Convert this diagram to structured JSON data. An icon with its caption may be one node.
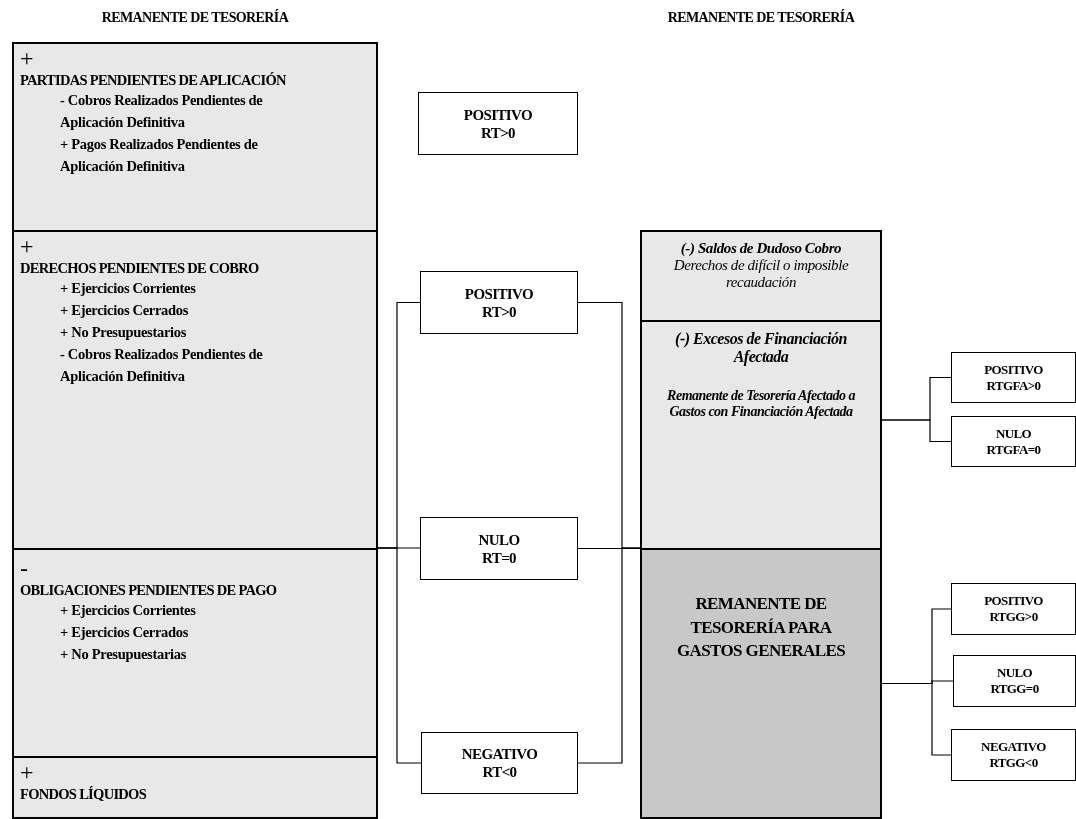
{
  "diagram": {
    "nodes": [
      {
        "text": [
          "REMANENTE DE TESORERÍA"
        ]
      },
      {
        "text": [
          "+",
          "PARTIDAS PENDIENTES DE APLICACIÓN",
          "- Cobros Realizados Pendientes de Aplicación Definitiva",
          "+ Pagos Realizados Pendientes de Aplicación Definitiva"
        ],
        "in": 0
      },
      {
        "text": [
          "+",
          "DERECHOS PENDIENTES DE COBRO",
          "+ Ejercicios Corrientes",
          "+ Ejercicios Cerrados",
          "+ No Presupuestarios",
          "- Cobros Realizados Pendientes de Aplicación Definitiva"
        ],
        "in": 0
      },
      {
        "text": [
          "-",
          "OBLIGACIONES PENDIENTES DE PAGO",
          "+ Ejercicios Corrientes",
          "+ Ejercicios Cerrados",
          "+ No Presupuestarias"
        ],
        "in": 0
      },
      {
        "text": [
          "+",
          "FONDOS LÍQUIDOS"
        ],
        "in": 0
      },
      {
        "text": [
          "POSITIVO",
          "RT>0"
        ]
      },
      {
        "text": [
          "POSITIVO",
          "RT>0"
        ]
      },
      {
        "text": [
          "NULO",
          "RT=0"
        ]
      },
      {
        "text": [
          "NEGATIVO",
          "RT<0"
        ]
      },
      {
        "text": [
          "REMANENTE DE TESORERÍA"
        ]
      },
      {
        "text": [
          "(-) Saldos de Dudoso Cobro",
          "Derechos de difícil o imposible recaudación"
        ],
        "in": 9
      },
      {
        "text": [
          "(-) Excesos de Financiación Afectada",
          "Remanente de Tesorería Afectado a Gastos con Financiación Afectada"
        ],
        "in": 9
      },
      {
        "text": [
          "REMANENTE DE TESORERÍA PARA GASTOS GENERALES"
        ],
        "in": 9
      },
      {
        "text": [
          "POSITIVO",
          "RTGFA>0"
        ]
      },
      {
        "text": [
          "NULO",
          "RTGFA=0"
        ]
      },
      {
        "text": [
          "POSITIVO",
          "RTGG>0"
        ]
      },
      {
        "text": [
          "NULO",
          "RTGG=0"
        ]
      },
      {
        "text": [
          "NEGATIVO",
          "RTGG<0"
        ]
      }
    ],
    "edges": [
      {
        "from": 0,
        "to": 6,
        "arrow": "none"
      },
      {
        "from": 0,
        "to": 7,
        "arrow": "none"
      },
      {
        "from": 0,
        "to": 8,
        "arrow": "none"
      },
      {
        "from": 6,
        "to": 9,
        "arrow": "none"
      },
      {
        "from": 7,
        "to": 9,
        "arrow": "none"
      },
      {
        "from": 8,
        "to": 9,
        "arrow": "none"
      },
      {
        "from": 11,
        "to": 13,
        "arrow": "none"
      },
      {
        "from": 11,
        "to": 14,
        "arrow": "none"
      },
      {
        "from": 12,
        "to": 15,
        "arrow": "none"
      },
      {
        "from": 12,
        "to": 16,
        "arrow": "none"
      },
      {
        "from": 12,
        "to": 17,
        "arrow": "none"
      }
    ]
  }
}
